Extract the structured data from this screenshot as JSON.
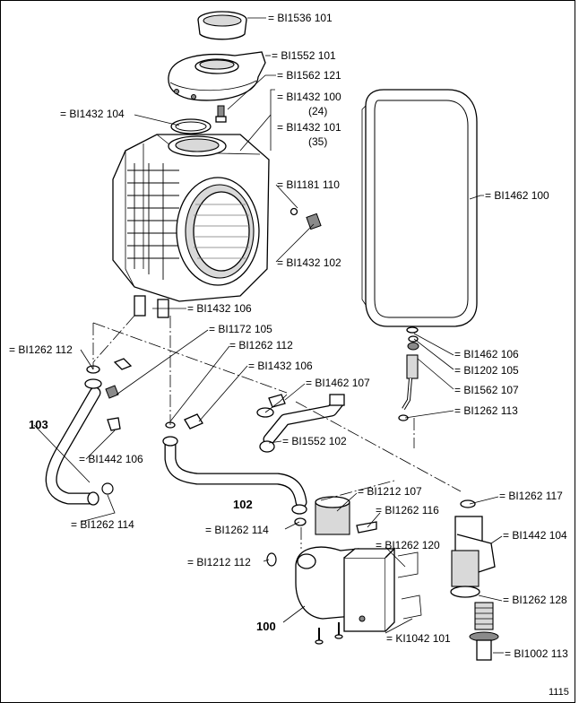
{
  "labels": {
    "bi1536_101": "= BI1536 101",
    "bi1552_101": "= BI1552 101",
    "bi1562_121": "= BI1562 121",
    "bi1432_100": "= BI1432 100",
    "bi1432_100_sub": "(24)",
    "bi1432_101": "= BI1432 101",
    "bi1432_101_sub": "(35)",
    "bi1432_104": "= BI1432 104",
    "bi1181_110": "= BI1181 110",
    "bi1432_102": "= BI1432 102",
    "bi1462_100": "= BI1462 100",
    "bi1432_106_a": "= BI1432 106",
    "bi1172_105": "= BI1172 105",
    "bi1262_112_left": "= BI1262 112",
    "bi1262_112_mid": "= BI1262 112",
    "bi1432_106_b": "= BI1432 106",
    "bi1462_107": "= BI1462 107",
    "bi1462_106": "= BI1462 106",
    "bi1202_105": "= BI1202 105",
    "bi1562_107": "= BI1562 107",
    "bi1262_113": "= BI1262 113",
    "bi1552_102": "= BI1552 102",
    "bi1442_106": "= BI1442 106",
    "bi1262_114_left": "= BI1262 114",
    "bi1212_107": "= BI1212 107",
    "bi1262_117": "= BI1262 117",
    "bi1262_116": "= BI1262 116",
    "bi1442_104": "= BI1442 104",
    "bi1262_114_mid": "= BI1262 114",
    "bi1262_120": "= BI1262 120",
    "bi1212_112": "= BI1212 112",
    "bi1262_128": "= BI1262 128",
    "ki1042_101": "= KI1042 101",
    "bi1002_113": "= BI1002 113"
  },
  "callouts": {
    "n103": "103",
    "n102": "102",
    "n100": "100"
  },
  "page_number": "1115"
}
